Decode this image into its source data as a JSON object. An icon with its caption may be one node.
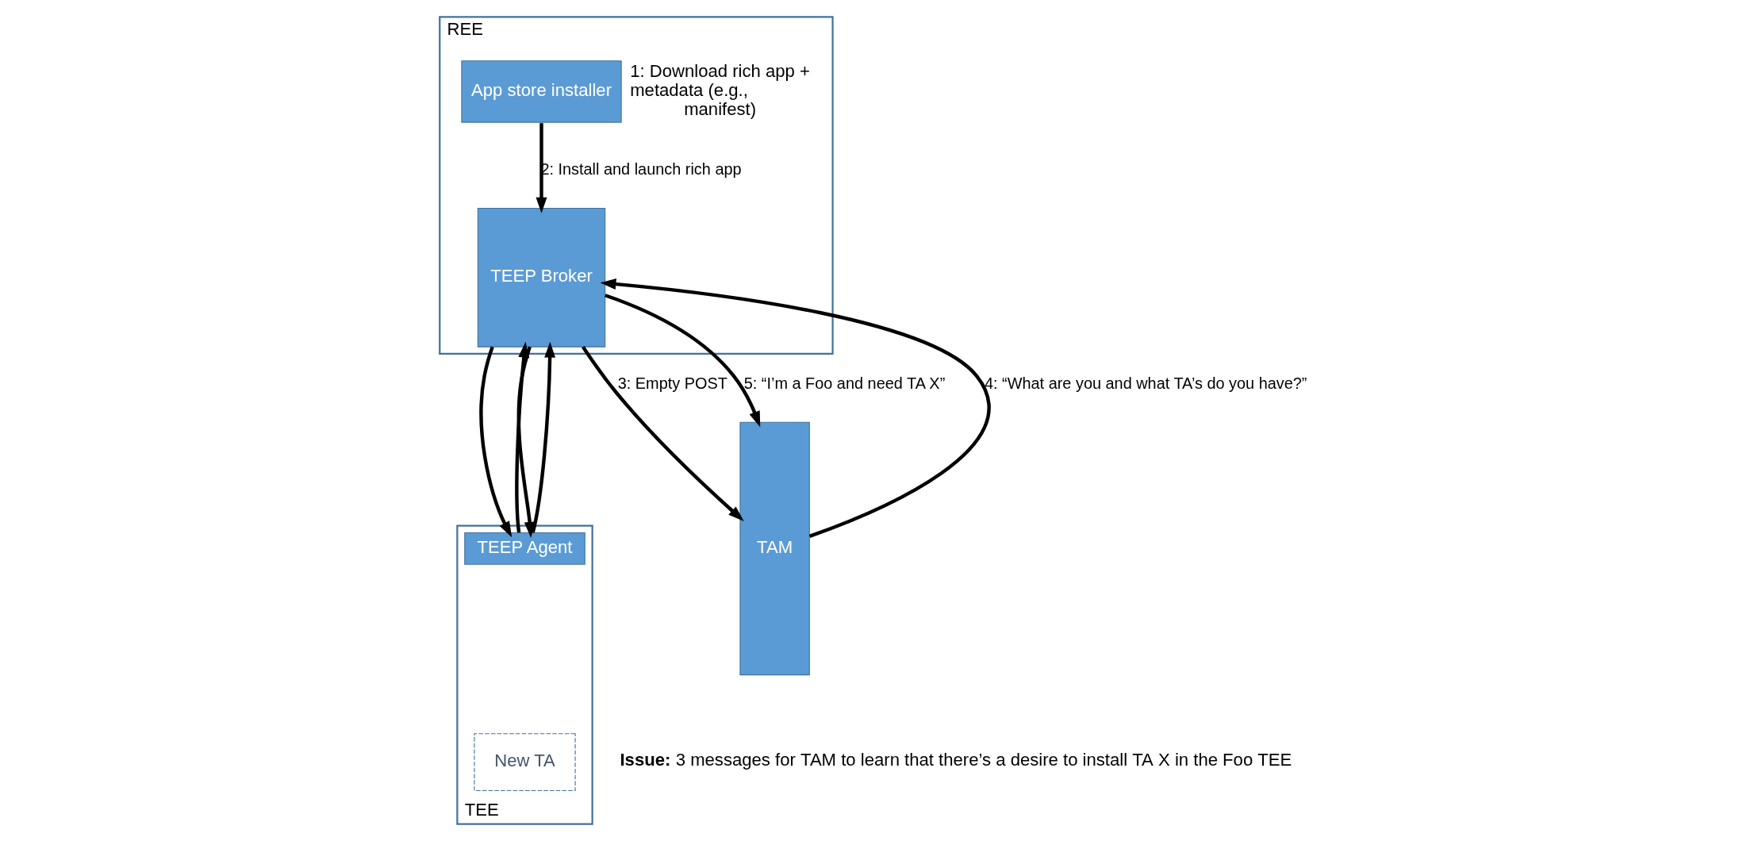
{
  "diagram": {
    "nodes": [
      {
        "text": [
          "REE"
        ]
      },
      {
        "text": [
          "App store installer"
        ],
        "in": 0,
        "beside": [
          "1: Download rich app + metadata (e.g., manifest)"
        ]
      },
      {
        "text": [
          "TEEP Broker"
        ],
        "in": 0
      },
      {
        "text": [
          "TEE"
        ]
      },
      {
        "text": [
          "TEEP Agent"
        ],
        "in": 3
      },
      {
        "text": [
          "New TA"
        ],
        "in": 3
      },
      {
        "text": [
          "TAM"
        ]
      }
    ],
    "edges": [
      {
        "from": 1,
        "to": 2,
        "arrow": "to",
        "label": "2: Install and launch rich app"
      },
      {
        "from": 2,
        "to": 4,
        "arrow": "to"
      },
      {
        "from": 4,
        "to": 2,
        "arrow": "to"
      },
      {
        "from": 2,
        "to": 6,
        "arrow": "to",
        "label": "3: Empty POST"
      },
      {
        "from": 6,
        "to": 2,
        "arrow": "to",
        "label": "4: “What are you and what TA’s do you have?”"
      },
      {
        "from": 2,
        "to": 4,
        "arrow": "to"
      },
      {
        "from": 4,
        "to": 2,
        "arrow": "to"
      },
      {
        "from": 2,
        "to": 6,
        "arrow": "to",
        "label": "5: “I’m a Foo and need TA X”"
      }
    ],
    "labels": [
      "**Issue:** 3 messages for TAM to learn that there’s a desire to install TA X in the Foo TEE"
    ]
  }
}
